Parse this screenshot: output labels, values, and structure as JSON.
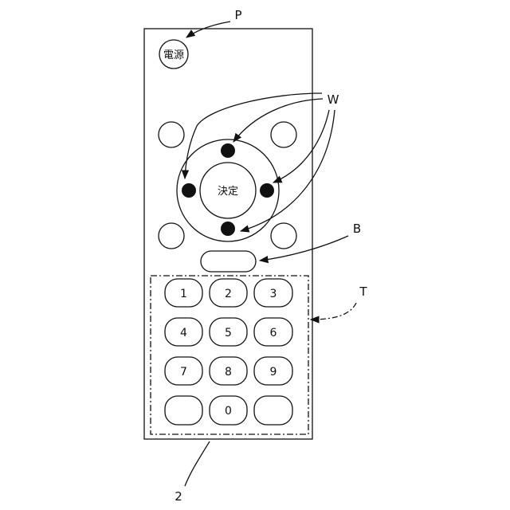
{
  "labels": {
    "power_ref": "P",
    "arrow_keys_ref": "W",
    "button_ref": "B",
    "keypad_ref": "T",
    "device_ref": "2"
  },
  "buttons": {
    "power": "電源",
    "enter": "決定"
  },
  "keypad": {
    "keys": [
      "1",
      "2",
      "3",
      "4",
      "5",
      "6",
      "7",
      "8",
      "9",
      "",
      "0",
      ""
    ]
  },
  "colors": {
    "line": "#111111",
    "background": "#ffffff"
  }
}
